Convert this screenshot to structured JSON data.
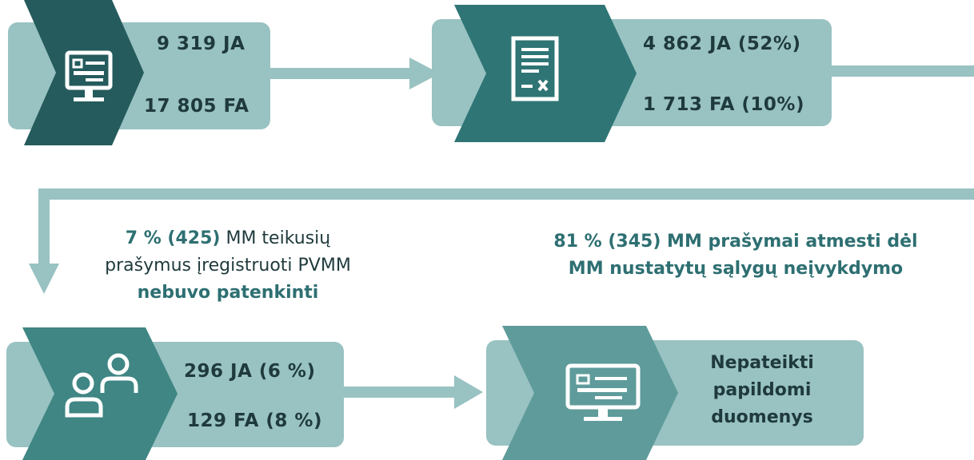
{
  "colors": {
    "light_teal": "#99c2c2",
    "dark_teal": "#255b5c",
    "mid_teal": "#2f7575",
    "teal_3": "#3f8684",
    "teal_4": "#5f9b9b",
    "text_dark": "#1f3a3c",
    "text_teal": "#2e6f72"
  },
  "box1": {
    "icon": "monitor-id-icon",
    "stat1": "9 319 JA",
    "stat2": "17 805 FA"
  },
  "box2": {
    "icon": "document-x-icon",
    "stat1": "4 862 JA (52%)",
    "stat2": "1 713 FA (10%)"
  },
  "note1": {
    "line1_bold": "7 % (425)",
    "line1_rest": " MM teikusių",
    "line2": "prašymus įregistruoti PVMM",
    "line3": "nebuvo patenkinti"
  },
  "note2": {
    "line1": "81 % (345) MM prašymai atmesti dėl",
    "line2": "MM nustatytų sąlygų neįvykdymo"
  },
  "box3": {
    "icon": "people-icon",
    "stat1": "296 JA (6 %)",
    "stat2": "129 FA (8 %)"
  },
  "box4": {
    "icon": "monitor-id-icon",
    "line1": "Nepateikti",
    "line2": "papildomi",
    "line3": "duomenys"
  }
}
